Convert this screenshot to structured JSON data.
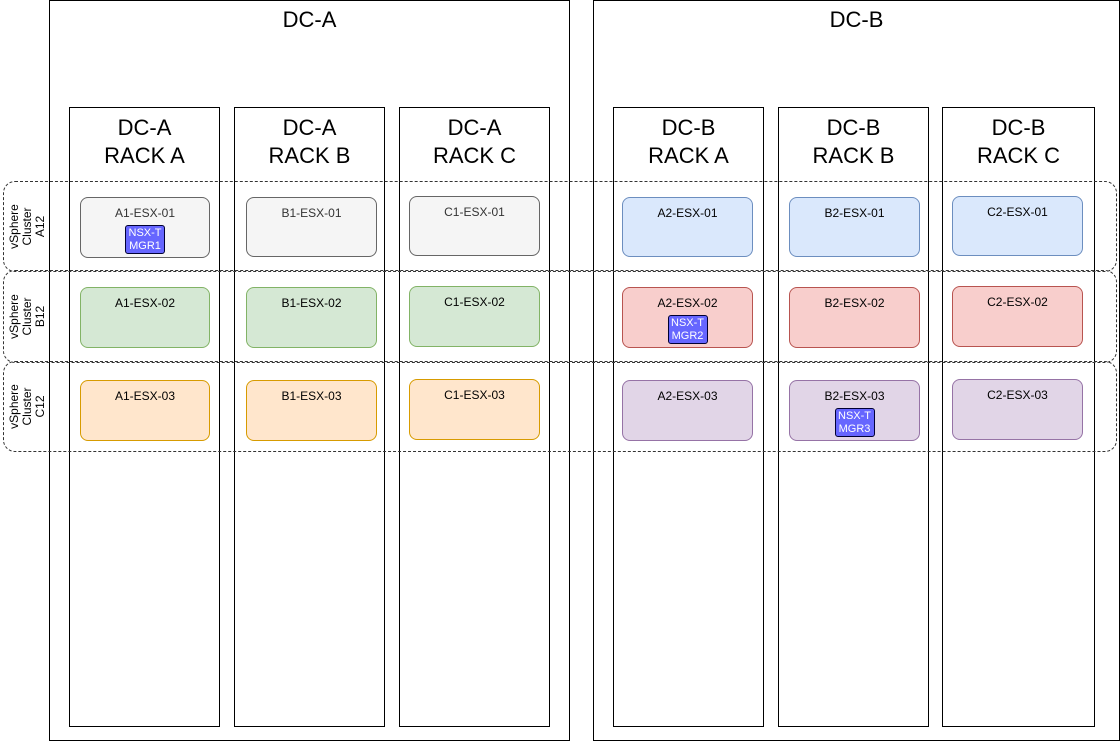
{
  "datacenters": {
    "a": {
      "title": "DC-A"
    },
    "b": {
      "title": "DC-B"
    }
  },
  "racks": [
    {
      "dc": "DC-A",
      "rack": "RACK A"
    },
    {
      "dc": "DC-A",
      "rack": "RACK B"
    },
    {
      "dc": "DC-A",
      "rack": "RACK C"
    },
    {
      "dc": "DC-B",
      "rack": "RACK A"
    },
    {
      "dc": "DC-B",
      "rack": "RACK B"
    },
    {
      "dc": "DC-B",
      "rack": "RACK C"
    }
  ],
  "clusters": [
    {
      "line1": "vSphere",
      "line2": "Cluster",
      "line3": "A12"
    },
    {
      "line1": "vSphere",
      "line2": "Cluster",
      "line3": "B12"
    },
    {
      "line1": "vSphere",
      "line2": "Cluster",
      "line3": "C12"
    }
  ],
  "hosts": [
    {
      "name": "A1-ESX-01",
      "fill": "#f5f5f5",
      "stroke": "#666666",
      "text_color": "#333333"
    },
    {
      "name": "B1-ESX-01",
      "fill": "#f5f5f5",
      "stroke": "#666666",
      "text_color": "#333333"
    },
    {
      "name": "C1-ESX-01",
      "fill": "#f5f5f5",
      "stroke": "#666666",
      "text_color": "#333333"
    },
    {
      "name": "A2-ESX-01",
      "fill": "#dae8fc",
      "stroke": "#6c8ebf",
      "text_color": "#000000"
    },
    {
      "name": "B2-ESX-01",
      "fill": "#dae8fc",
      "stroke": "#6c8ebf",
      "text_color": "#000000"
    },
    {
      "name": "C2-ESX-01",
      "fill": "#dae8fc",
      "stroke": "#6c8ebf",
      "text_color": "#000000"
    },
    {
      "name": "A1-ESX-02",
      "fill": "#d5e8d4",
      "stroke": "#82b366",
      "text_color": "#000000"
    },
    {
      "name": "B1-ESX-02",
      "fill": "#d5e8d4",
      "stroke": "#82b366",
      "text_color": "#000000"
    },
    {
      "name": "C1-ESX-02",
      "fill": "#d5e8d4",
      "stroke": "#82b366",
      "text_color": "#000000"
    },
    {
      "name": "A2-ESX-02",
      "fill": "#f8cecc",
      "stroke": "#b85450",
      "text_color": "#000000"
    },
    {
      "name": "B2-ESX-02",
      "fill": "#f8cecc",
      "stroke": "#b85450",
      "text_color": "#000000"
    },
    {
      "name": "C2-ESX-02",
      "fill": "#f8cecc",
      "stroke": "#b85450",
      "text_color": "#000000"
    },
    {
      "name": "A1-ESX-03",
      "fill": "#ffe6cc",
      "stroke": "#d79b00",
      "text_color": "#000000"
    },
    {
      "name": "B1-ESX-03",
      "fill": "#ffe6cc",
      "stroke": "#d79b00",
      "text_color": "#000000"
    },
    {
      "name": "C1-ESX-03",
      "fill": "#ffe6cc",
      "stroke": "#d79b00",
      "text_color": "#000000"
    },
    {
      "name": "A2-ESX-03",
      "fill": "#e1d5e7",
      "stroke": "#9673a6",
      "text_color": "#000000"
    },
    {
      "name": "B2-ESX-03",
      "fill": "#e1d5e7",
      "stroke": "#9673a6",
      "text_color": "#000000"
    },
    {
      "name": "C2-ESX-03",
      "fill": "#e1d5e7",
      "stroke": "#9673a6",
      "text_color": "#000000"
    }
  ],
  "managers": [
    {
      "line1": "NSX-T",
      "line2": "MGR1"
    },
    {
      "line1": "NSX-T",
      "line2": "MGR2"
    },
    {
      "line1": "NSX-T",
      "line2": "MGR3"
    }
  ]
}
